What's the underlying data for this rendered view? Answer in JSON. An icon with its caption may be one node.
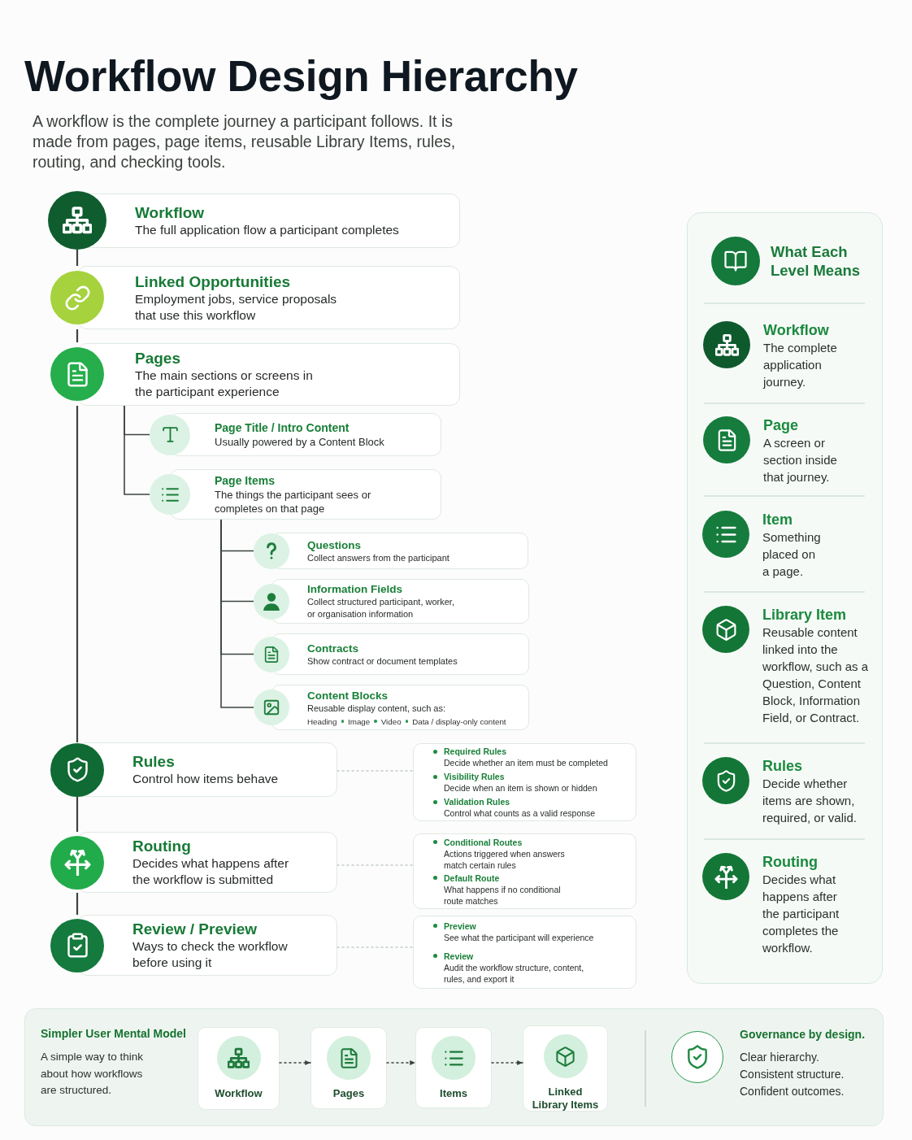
{
  "diagram": {
    "title": "Workflow Design Hierarchy",
    "nodes": [
      {
        "text": [
          "Workflow",
          "The full application flow a participant completes"
        ]
      },
      {
        "text": [
          "Linked Opportunities",
          "Employment jobs, service proposals that use this workflow"
        ]
      },
      {
        "text": [
          "Pages",
          "The main sections or screens in the participant experience"
        ]
      },
      {
        "text": [
          "Page Title / Intro Content",
          "Usually powered by a Content Block"
        ]
      },
      {
        "text": [
          "Page Items",
          "The things the participant sees or completes on that page"
        ]
      },
      {
        "text": [
          "Questions",
          "Collect answers from the participant"
        ]
      },
      {
        "text": [
          "Information Fields",
          "Collect structured participant, worker, or organisation information"
        ]
      },
      {
        "text": [
          "Contracts",
          "Show contract or document templates"
        ]
      },
      {
        "text": [
          "Content Blocks",
          "Reusable display content, such as:",
          "Heading",
          "Image",
          "Video",
          "Data / display-only content"
        ]
      },
      {
        "text": [
          "Rules",
          "Control how items behave"
        ]
      },
      {
        "text": [
          "Required Rules",
          "Decide whether an item must be completed",
          "Visibility Rules",
          "Decide when an item is shown or hidden",
          "Validation Rules",
          "Control what counts as a valid response"
        ]
      },
      {
        "text": [
          "Routing",
          "Decides what happens after the workflow is submitted"
        ]
      },
      {
        "text": [
          "Conditional Routes",
          "Actions triggered when answers match certain rules",
          "Default Route",
          "What happens if no conditional route matches"
        ]
      },
      {
        "text": [
          "Review / Preview",
          "Ways to check the workflow before using it"
        ]
      },
      {
        "text": [
          "Preview",
          "See what the participant will experience",
          "Review",
          "Audit the workflow structure, content, rules, and export it"
        ]
      },
      {
        "text": [
          "What Each Level Means"
        ]
      },
      {
        "text": [
          "Workflow",
          "The complete application journey."
        ],
        "in": 15
      },
      {
        "text": [
          "Page",
          "A screen or section inside that journey."
        ],
        "in": 15
      },
      {
        "text": [
          "Item",
          "Something placed on a page."
        ],
        "in": 15
      },
      {
        "text": [
          "Library Item",
          "Reusable content linked into the workflow, such as a Question, Content Block, Information Field, or Contract."
        ],
        "in": 15
      },
      {
        "text": [
          "Rules",
          "Decide whether items are shown, required, or valid."
        ],
        "in": 15
      },
      {
        "text": [
          "Routing",
          "Decides what happens after the participant completes the workflow."
        ],
        "in": 15
      },
      {
        "text": [
          "Simpler User Mental Model",
          "A simple way to think about how workflows are structured.",
          "Governance by design.",
          "Clear hierarchy.",
          "Consistent structure.",
          "Confident outcomes."
        ]
      },
      {
        "text": [
          "Workflow"
        ],
        "in": 22
      },
      {
        "text": [
          "Pages"
        ],
        "in": 22
      },
      {
        "text": [
          "Items"
        ],
        "in": 22
      },
      {
        "text": [
          "Linked Library Items"
        ],
        "in": 22
      }
    ],
    "edges": [
      {
        "from": 0,
        "to": 1,
        "arrow": "none"
      },
      {
        "from": 1,
        "to": 2,
        "arrow": "none"
      },
      {
        "from": 2,
        "to": 9,
        "arrow": "none"
      },
      {
        "from": 9,
        "to": 11,
        "arrow": "none"
      },
      {
        "from": 11,
        "to": 13,
        "arrow": "none"
      },
      {
        "from": 2,
        "to": 3,
        "arrow": "none"
      },
      {
        "from": 2,
        "to": 4,
        "arrow": "none"
      },
      {
        "from": 4,
        "to": 5,
        "arrow": "none"
      },
      {
        "from": 4,
        "to": 6,
        "arrow": "none"
      },
      {
        "from": 4,
        "to": 7,
        "arrow": "none"
      },
      {
        "from": 4,
        "to": 8,
        "arrow": "none"
      },
      {
        "from": 9,
        "to": 10,
        "arrow": "none",
        "style": "dashed",
        "color": "#c5cdc9"
      },
      {
        "from": 11,
        "to": 12,
        "arrow": "none",
        "style": "dashed",
        "color": "#c5cdc9"
      },
      {
        "from": 13,
        "to": 14,
        "arrow": "none",
        "style": "dashed",
        "color": "#c5cdc9"
      },
      {
        "from": 23,
        "to": 24,
        "arrow": "to",
        "style": "dashed"
      },
      {
        "from": 24,
        "to": 25,
        "arrow": "to",
        "style": "dashed"
      },
      {
        "from": 25,
        "to": 26,
        "arrow": "to",
        "style": "dashed"
      }
    ],
    "labels": [
      "A workflow is the complete journey a participant follows. It is made from pages, page items, reusable Library Items, rules, routing, and checking tools."
    ]
  }
}
